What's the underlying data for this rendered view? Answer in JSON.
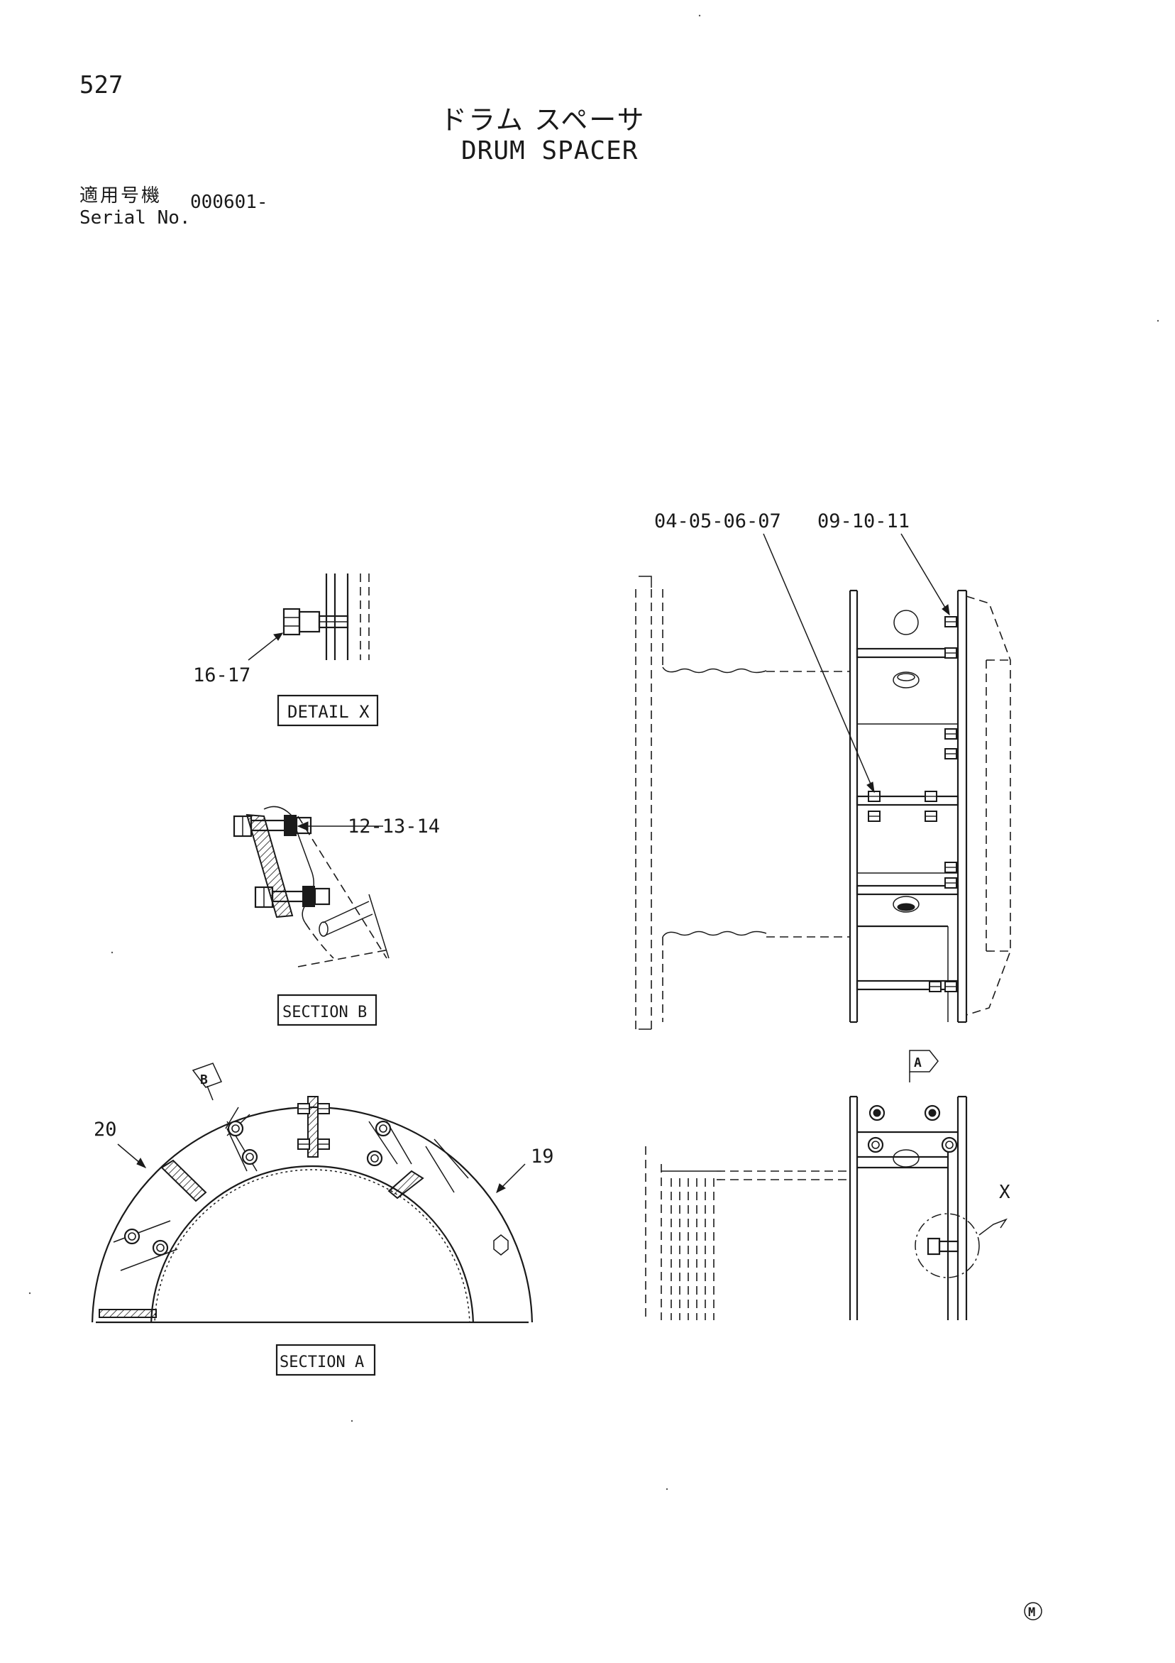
{
  "header": {
    "page_number": "527",
    "title_jp": "ドラム スペーサ",
    "title_en": "DRUM SPACER",
    "serial_label_jp": "適用号機",
    "serial_label_en": "Serial No.",
    "serial_value": "000601-"
  },
  "callouts": {
    "c_16_17": "16-17",
    "c_12_13_14": "12-13-14",
    "c_20": "20",
    "c_19": "19",
    "c_04_05_06_07": "04-05-06-07",
    "c_09_10_11": "09-10-11",
    "c_x": "X"
  },
  "view_labels": {
    "detail_x": "DETAIL X",
    "section_b": "SECTION B",
    "section_a": "SECTION A",
    "arrow_a": "A",
    "arrow_b": "B"
  },
  "footer": {
    "mark": "M"
  }
}
